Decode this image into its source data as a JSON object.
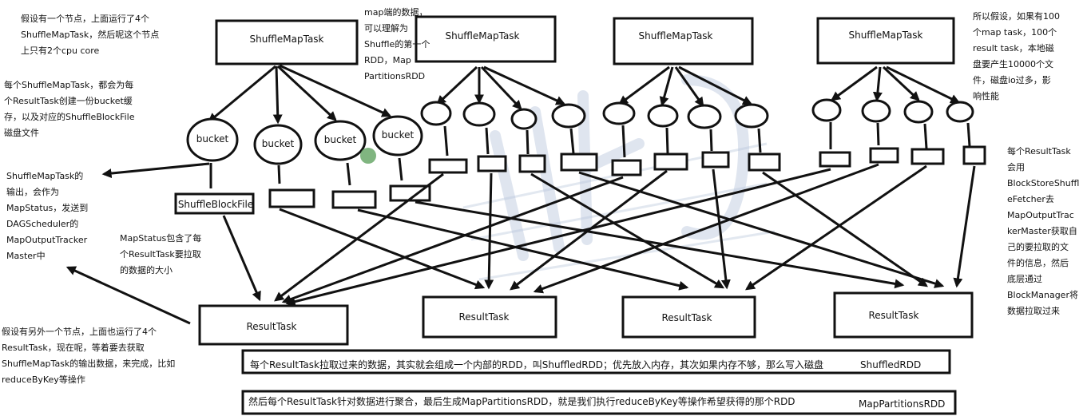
{
  "notes": {
    "top_left": "假设有一个节点，上面运行了4个\nShuffleMapTask，然后呢这个节点\n上只有2个cpu core",
    "bucket_note": "每个ShuffleMapTask，都会为每\n个ResultTask创建一份bucket缓\n存，以及对应的ShuffleBlockFile\n磁盘文件",
    "output_note": "ShuffleMapTask的\n输出，会作为\nMapStatus，发送到\nDAGScheduler的\nMapOutputTracker\nMaster中",
    "mapstatus_note": "MapStatus包含了每\n个ResultTask要拉取\n的数据的大小",
    "bottom_left": "假设有另外一个节点，上面也运行了4个\nResultTask，现在呢，等着要去获取\nShuffleMapTask的输出数据，来完成，比如\nreduceByKey等操作",
    "map_rdd_note": "map端的数据，\n可以理解为\nShuffle的第一个\nRDD，Map\nPartitionsRDD",
    "top_right": "所以假设，如果有100\n个map task，100个\nresult task，本地磁\n盘要产生10000个文\n件，磁盘io过多，影\n响性能",
    "right_note": "每个ResultTask\n会用\nBlockStoreShuffl\neFetcher去\nMapOutputTrac\nkerMaster获取自\n己的要拉取的文\n件的信息，然后\n底层通过\nBlockManager将\n数据拉取过来"
  },
  "shuffle_map_tasks": [
    "ShuffleMapTask",
    "ShuffleMapTask",
    "ShuffleMapTask",
    "ShuffleMapTask"
  ],
  "buckets": [
    "bucket",
    "bucket",
    "bucket",
    "bucket"
  ],
  "shuffle_block_file": "ShuffleBlockFile",
  "result_tasks": [
    "ResultTask",
    "ResultTask",
    "ResultTask",
    "ResultTask"
  ],
  "bottom_bars": [
    {
      "text": "每个ResultTask拉取过来的数据，其实就会组成一个内部的RDD，叫ShuffledRDD；优先放入内存，其次如果内存不够，那么写入磁盘",
      "tag": "ShuffledRDD"
    },
    {
      "text": "然后每个ResultTask针对数据进行聚合，最后生成MapPartitionsRDD，就是我们执行reduceByKey等操作希望获得的那个RDD",
      "tag": "MapPartitionsRDD"
    }
  ],
  "colors": {
    "ink": "#111111",
    "cursor_dot": "#6aa86a",
    "watermark": "#b9c6dc"
  }
}
